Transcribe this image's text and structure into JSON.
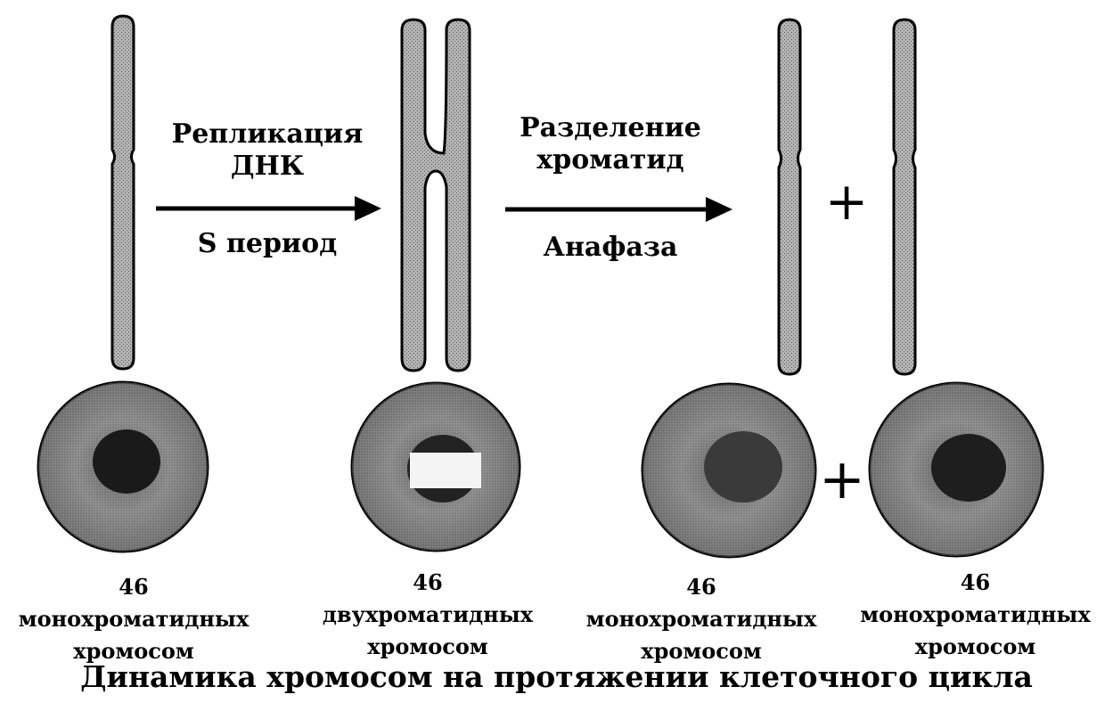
{
  "steps": [
    {
      "top": "Репликация",
      "top2": "ДНК",
      "bottom": "S период"
    },
    {
      "top": "Разделение",
      "top2": "хроматид",
      "bottom": "Анафаза"
    }
  ],
  "plus_sign": "+",
  "cells": [
    {
      "count": "46",
      "type": "монохроматидных",
      "unit": "хромосом"
    },
    {
      "count": "46",
      "type": "двухроматидных",
      "unit": "хромосом"
    },
    {
      "count": "46",
      "type": "монохроматидных",
      "unit": "хромосом"
    },
    {
      "count": "46",
      "type": "монохроматидных",
      "unit": "хромосом"
    }
  ],
  "caption": "Динамика хромосом на протяжении клеточного цикла",
  "colors": {
    "chromosome": "#a8a8a8",
    "cytoplasm": "#8f8f8f",
    "nucleus": "#1a1a1a",
    "outline": "#000000"
  }
}
